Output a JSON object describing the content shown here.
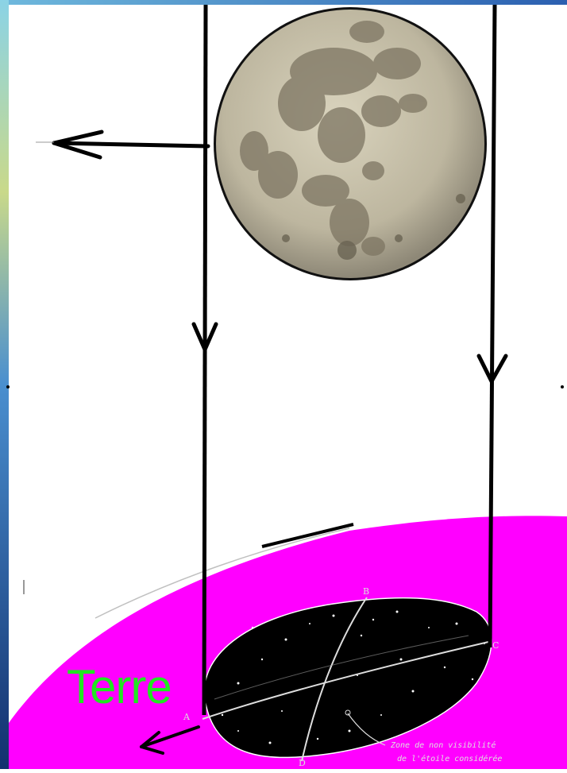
{
  "labels": {
    "earth": "Terre",
    "point_a": "A",
    "point_b": "B",
    "point_c": "C",
    "point_d": "D"
  },
  "zone_note": {
    "line1": "Zone de non visibilité",
    "line2": "de l'étoile considérée"
  },
  "colors": {
    "earth": "#ff00ff",
    "sky_zone": "#000000",
    "label_earth": "#22e622",
    "lines": "#000000",
    "moon_base": "#b9b29c",
    "left_border_top": "#7ec8e3",
    "left_border_bottom": "#1c3f8f"
  },
  "icons": {
    "moon": "full-moon-photo",
    "arrows": "arrow-down-icon"
  }
}
